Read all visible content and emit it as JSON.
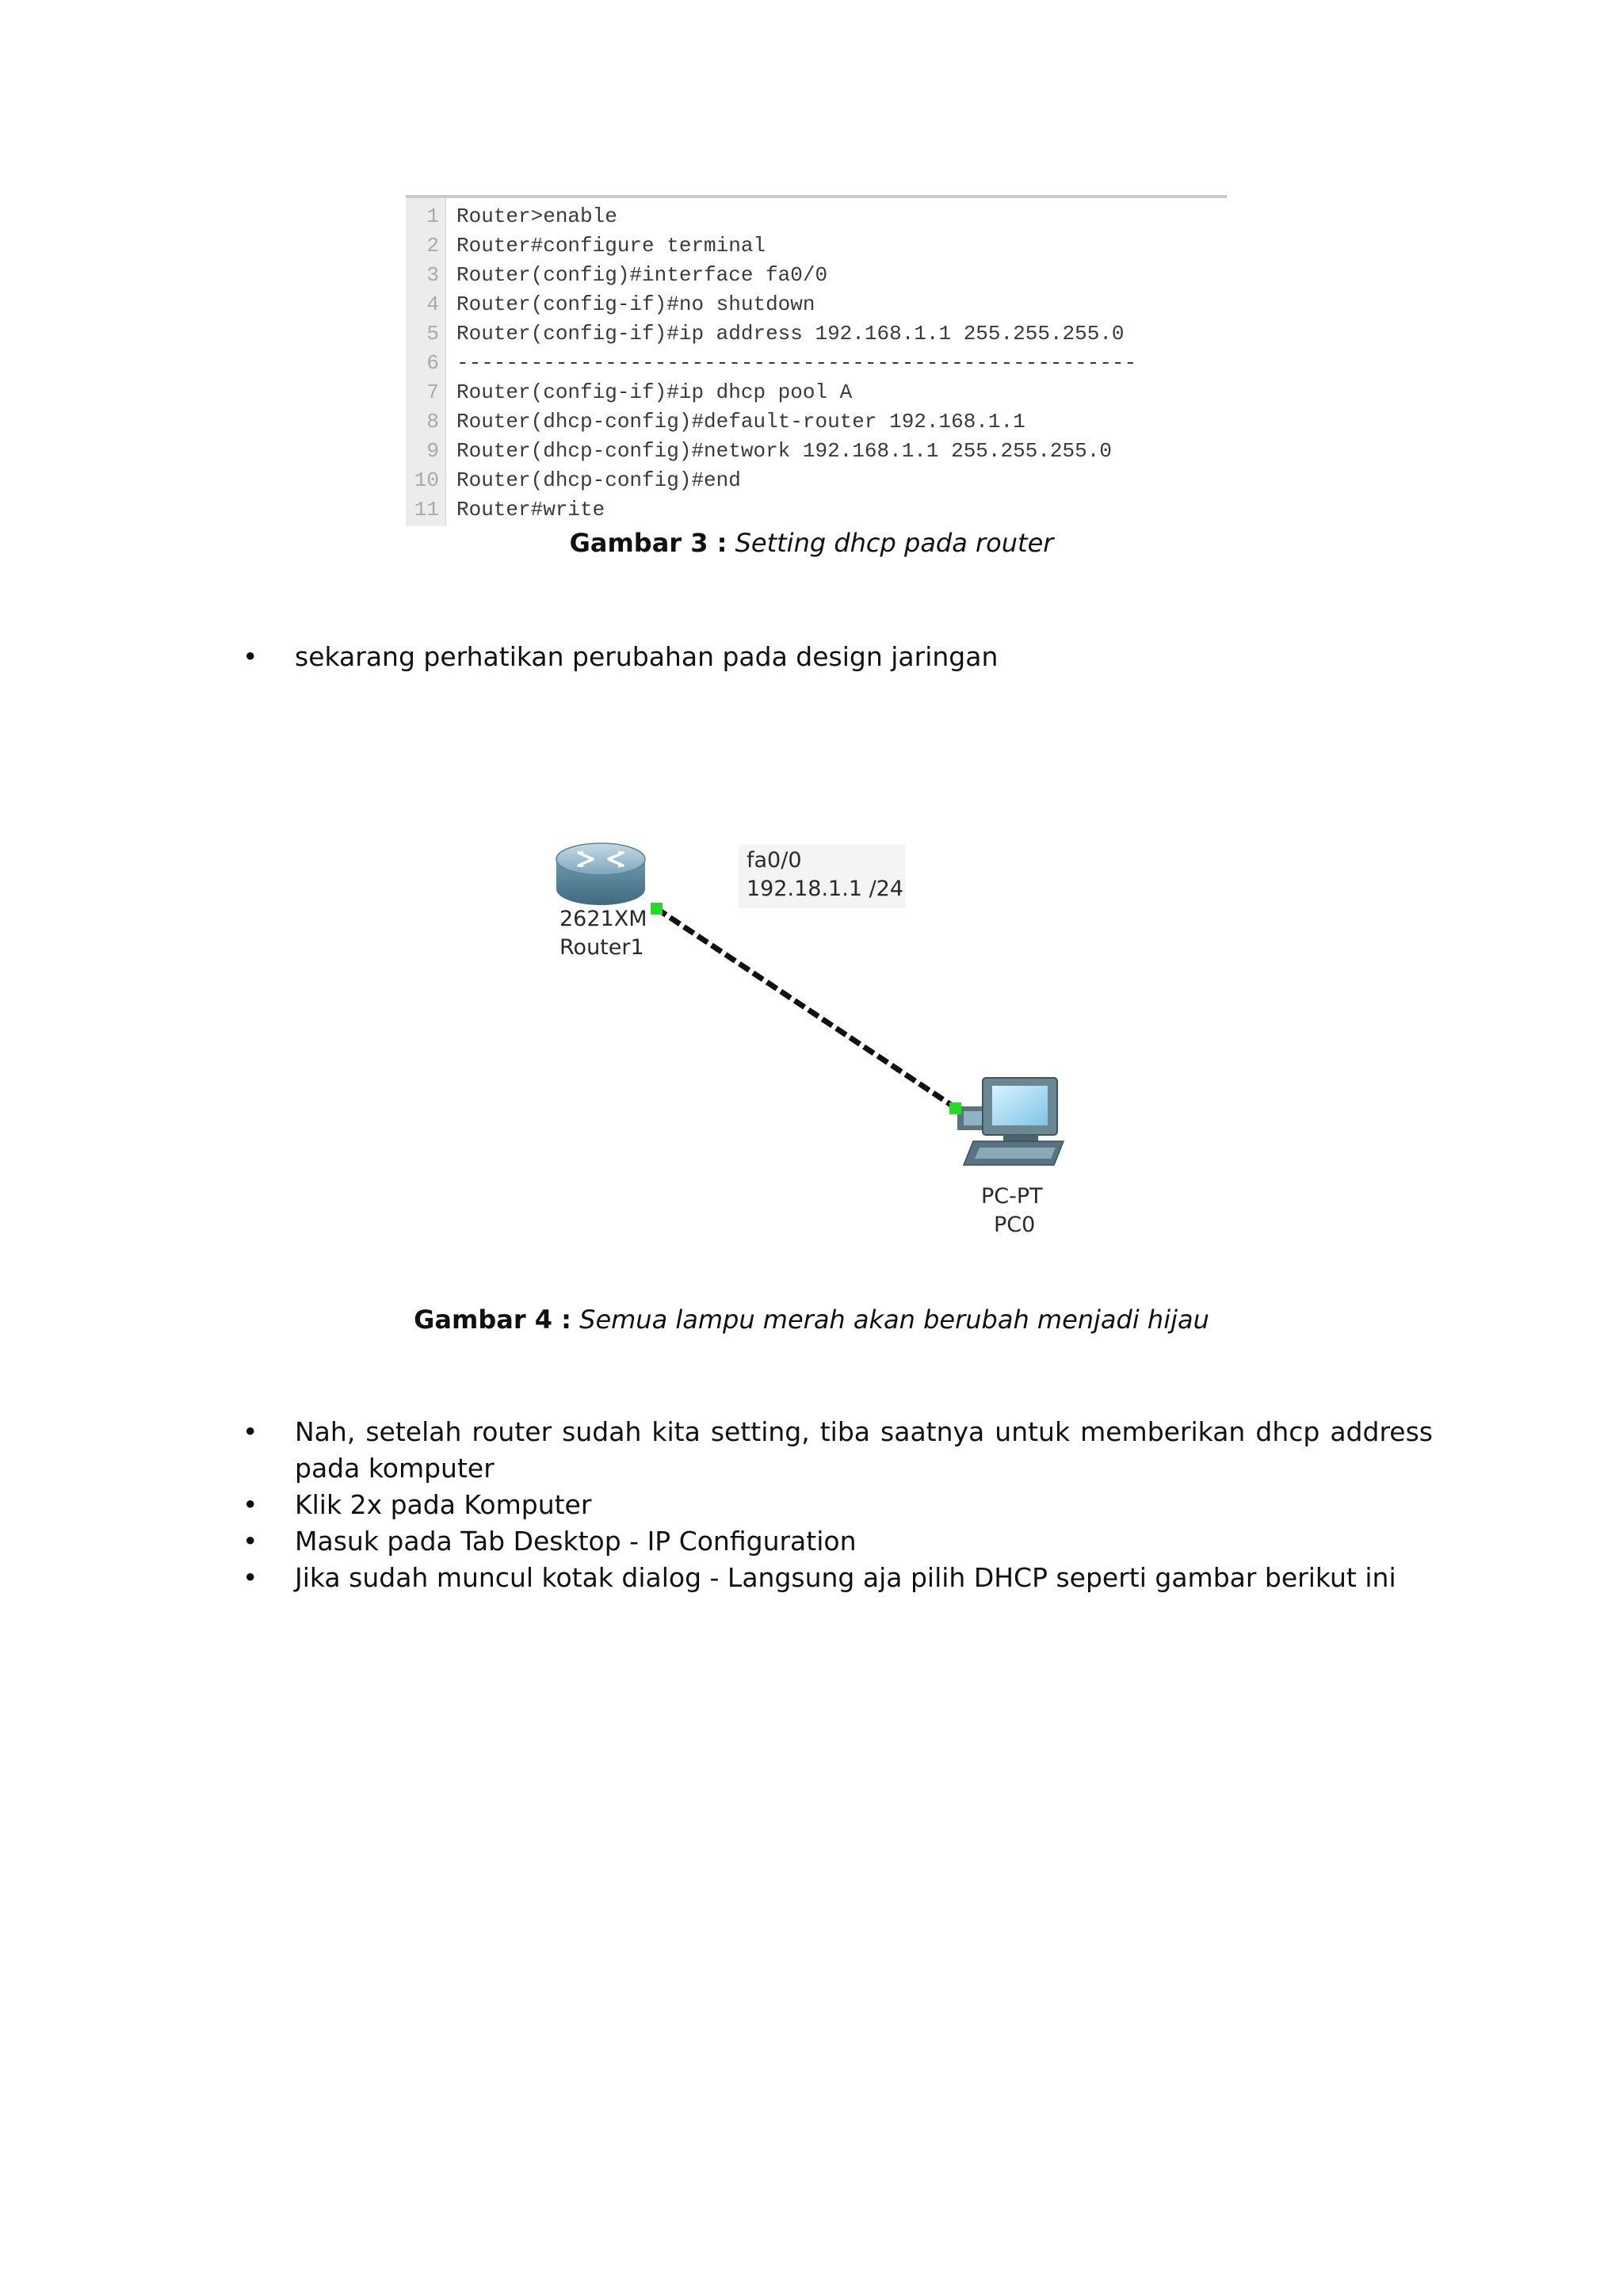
{
  "figure3": {
    "code_lines": [
      {
        "n": "1",
        "text": "Router>enable"
      },
      {
        "n": "2",
        "text": "Router#configure terminal"
      },
      {
        "n": "3",
        "text": "Router(config)#interface fa0/0"
      },
      {
        "n": "4",
        "text": "Router(config-if)#no shutdown"
      },
      {
        "n": "5",
        "text": "Router(config-if)#ip address 192.168.1.1 255.255.255.0"
      },
      {
        "n": "6",
        "text": "-------------------------------------------------------"
      },
      {
        "n": "7",
        "text": "Router(config-if)#ip dhcp pool A"
      },
      {
        "n": "8",
        "text": "Router(dhcp-config)#default-router 192.168.1.1"
      },
      {
        "n": "9",
        "text": "Router(dhcp-config)#network 192.168.1.1 255.255.255.0"
      },
      {
        "n": "10",
        "text": "Router(dhcp-config)#end"
      },
      {
        "n": "11",
        "text": "Router#write"
      }
    ],
    "caption_label": "Gambar 3 :",
    "caption_text": "Setting dhcp pada router"
  },
  "bullet1": "sekarang perhatikan perubahan pada design jaringan",
  "figure4": {
    "interface_name": "fa0/0",
    "interface_ip": "192.18.1.1 /24",
    "router_model": "2621XM",
    "router_name": "Router1",
    "pc_model": "PC-PT",
    "pc_name": "PC0",
    "link_light_color": "#22dd22",
    "caption_label": "Gambar 4 :",
    "caption_text": "Semua lampu merah akan berubah menjadi hijau"
  },
  "bullets": [
    "Nah, setelah router sudah kita setting, tiba saatnya untuk memberikan dhcp address pada komputer",
    "Klik 2x pada Komputer",
    "Masuk pada Tab Desktop - IP Configuration",
    "Jika sudah muncul kotak dialog - Langsung aja pilih DHCP seperti gambar berikut ini"
  ]
}
